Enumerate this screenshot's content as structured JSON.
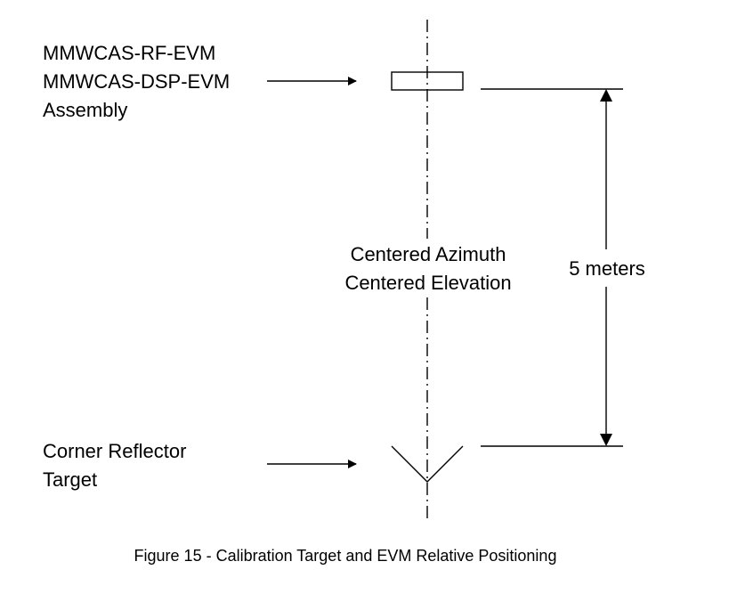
{
  "labels": {
    "evm_line1": "MMWCAS-RF-EVM",
    "evm_line2": "MMWCAS-DSP-EVM",
    "evm_line3": "Assembly",
    "centered_line1": "Centered Azimuth",
    "centered_line2": "Centered Elevation",
    "distance": "5 meters",
    "reflector_line1": "Corner Reflector",
    "reflector_line2": "Target"
  },
  "caption": "Figure 15 - Calibration Target and EVM Relative Positioning",
  "colors": {
    "line": "#000000",
    "background": "#ffffff"
  }
}
